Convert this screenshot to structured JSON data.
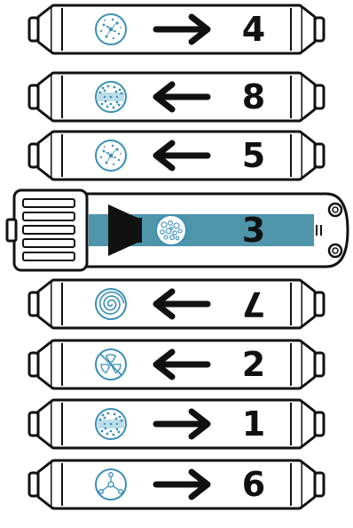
{
  "colors": {
    "outline": "#111111",
    "icon_blue": "#3a8fb5",
    "teal_band": "#4e95aa",
    "stripe_light": "#bcdce8",
    "background": "#ffffff"
  },
  "filters": [
    {
      "id": "f1",
      "icon": "sediment-particles-icon",
      "direction": "right",
      "number": "4"
    },
    {
      "id": "f2",
      "icon": "carbon-band-icon",
      "direction": "left",
      "number": "8"
    },
    {
      "id": "f3",
      "icon": "sediment-particles-icon",
      "direction": "left",
      "number": "5"
    },
    {
      "id": "f4",
      "icon": "bubbles-icon",
      "direction": "none",
      "number": "3",
      "type": "uv-lamp"
    },
    {
      "id": "f5",
      "icon": "spiral-icon",
      "direction": "left",
      "number": "7",
      "flipped": true
    },
    {
      "id": "f6",
      "icon": "radiation-crossed-icon",
      "direction": "left",
      "number": "2"
    },
    {
      "id": "f7",
      "icon": "carbon-band-icon",
      "direction": "right",
      "number": "1"
    },
    {
      "id": "f8",
      "icon": "molecule-icon",
      "direction": "right",
      "number": "6"
    }
  ]
}
